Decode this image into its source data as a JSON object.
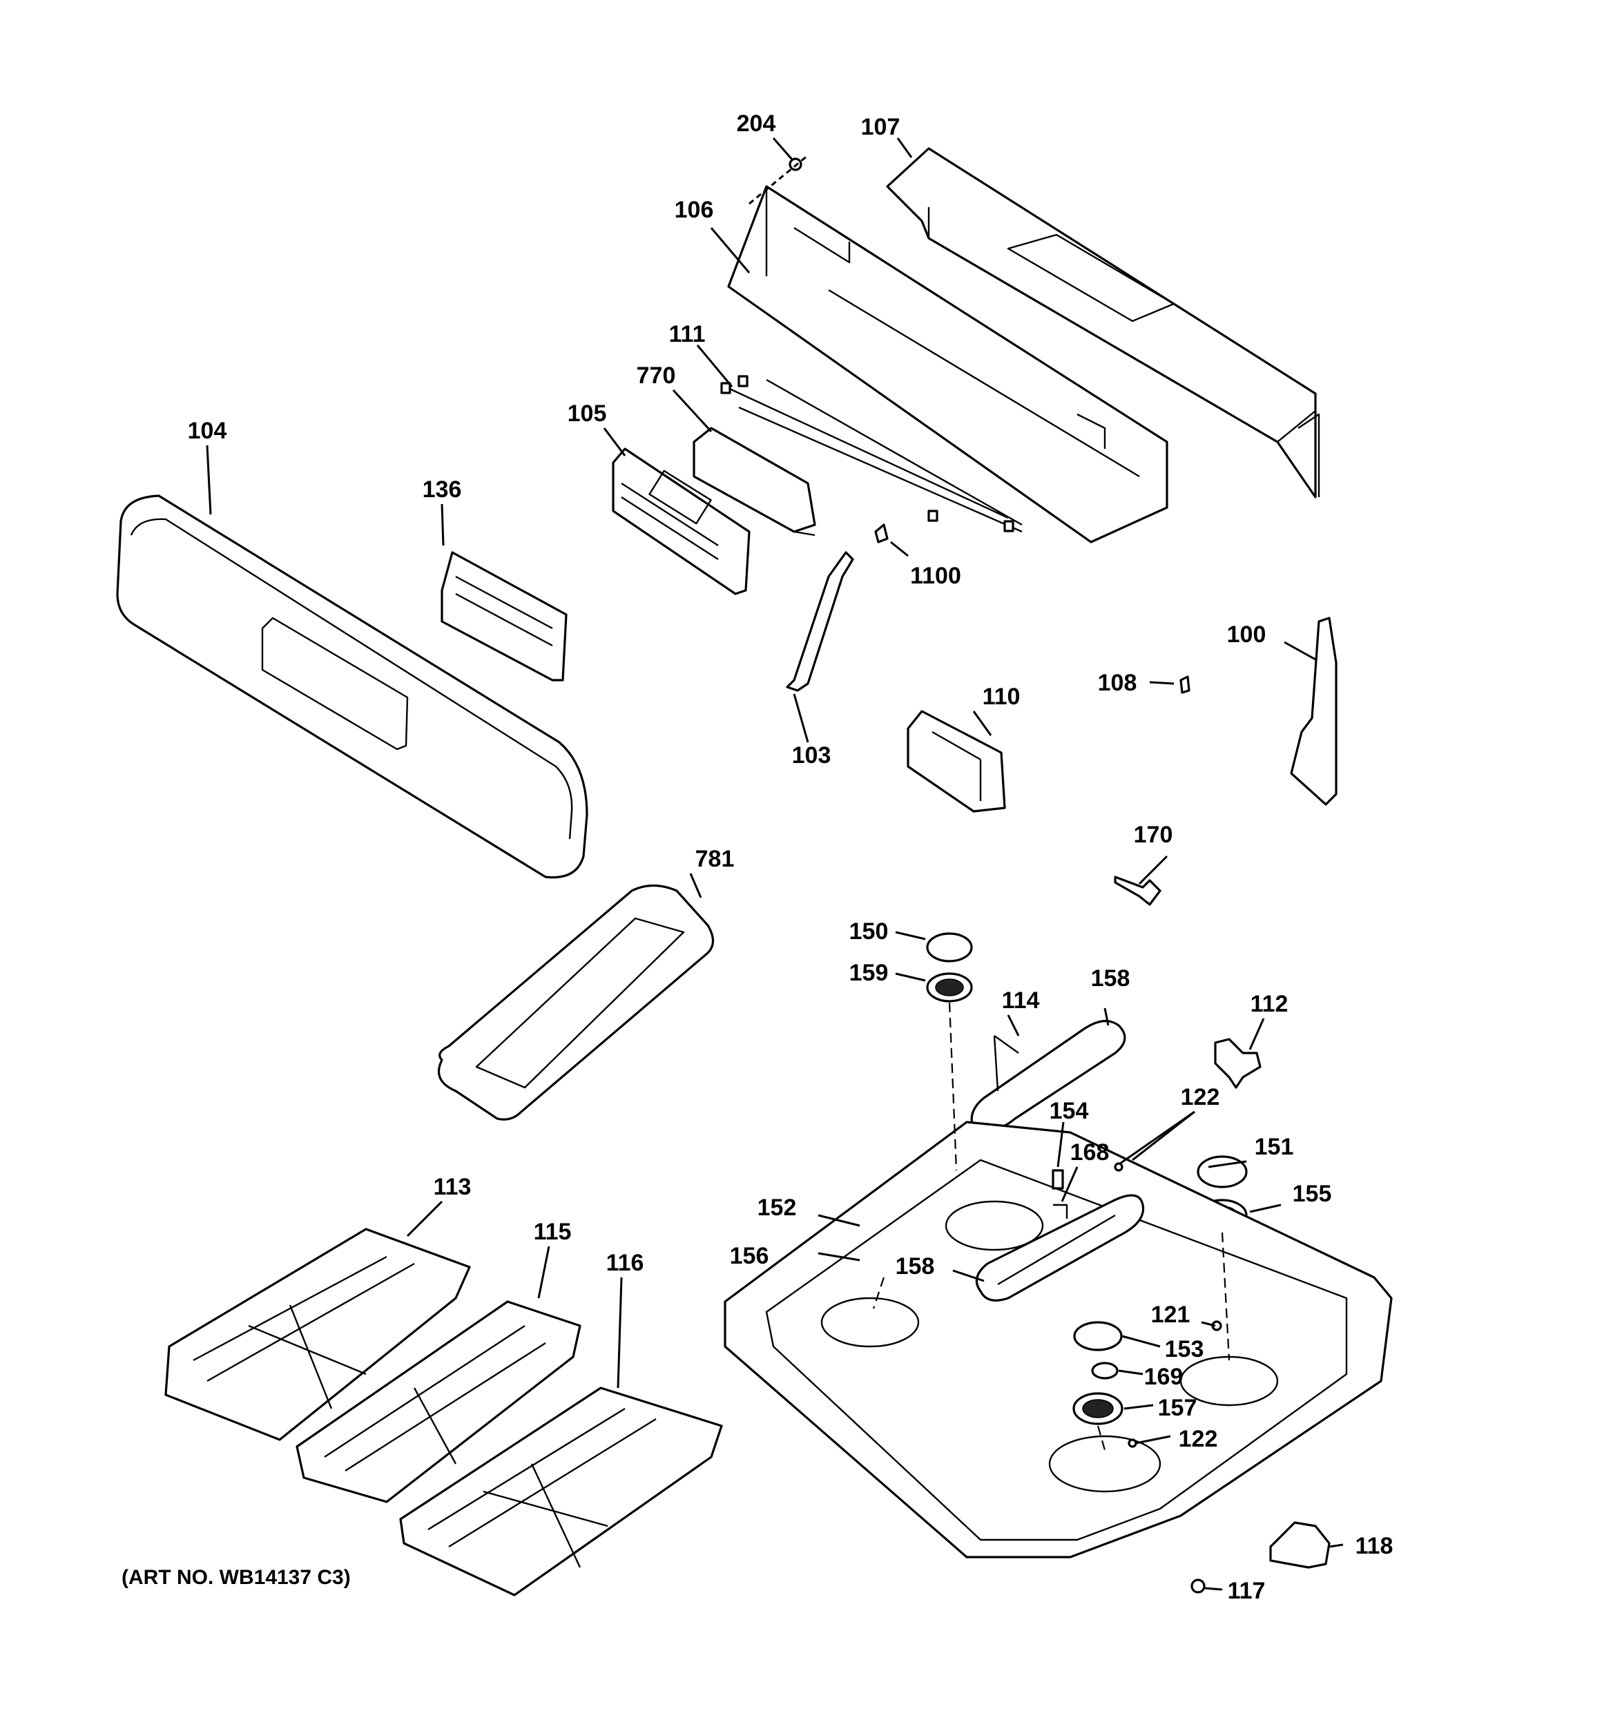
{
  "callouts": [
    "204",
    "107",
    "106",
    "111",
    "770",
    "105",
    "104",
    "136",
    "1100",
    "103",
    "100",
    "108",
    "110",
    "170",
    "781",
    "150",
    "159",
    "158",
    "114",
    "112",
    "122",
    "154",
    "168",
    "151",
    "152",
    "155",
    "156",
    "158",
    "121",
    "153",
    "169",
    "157",
    "122",
    "113",
    "115",
    "116",
    "118",
    "117"
  ],
  "art_number": "(ART NO. WB14137 C3)"
}
